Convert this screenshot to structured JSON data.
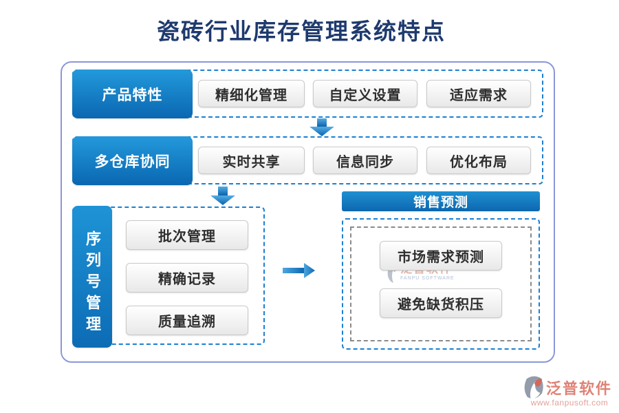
{
  "title": "瓷砖行业库存管理系统特点",
  "rows": [
    {
      "label": "产品特性",
      "items": [
        "精细化管理",
        "自定义设置",
        "适应需求"
      ]
    },
    {
      "label": "多仓库协同",
      "items": [
        "实时共享",
        "信息同步",
        "优化布局"
      ]
    },
    {
      "label": "序列号管理",
      "items": [
        "批次管理",
        "精确记录",
        "质量追溯"
      ]
    }
  ],
  "forecast": {
    "header": "销售预测",
    "items": [
      "市场需求预测",
      "避免缺货积压"
    ]
  },
  "watermark": {
    "brand": "泛普软件",
    "sub": "FANPU SOFTWARE"
  },
  "footer": {
    "brand": "泛普软件",
    "url": "www.fanpusoft.com"
  },
  "colors": {
    "title_navy": "#1e3a6e",
    "box_blue_top": "#2399db",
    "box_blue_bottom": "#0a67b1",
    "dashed_blue": "#1a7fd2",
    "dashed_gray": "#8a8a8a",
    "panel_border": "#8a98d8",
    "pill_text": "#2e2e2e",
    "brand_red": "#df8276"
  }
}
